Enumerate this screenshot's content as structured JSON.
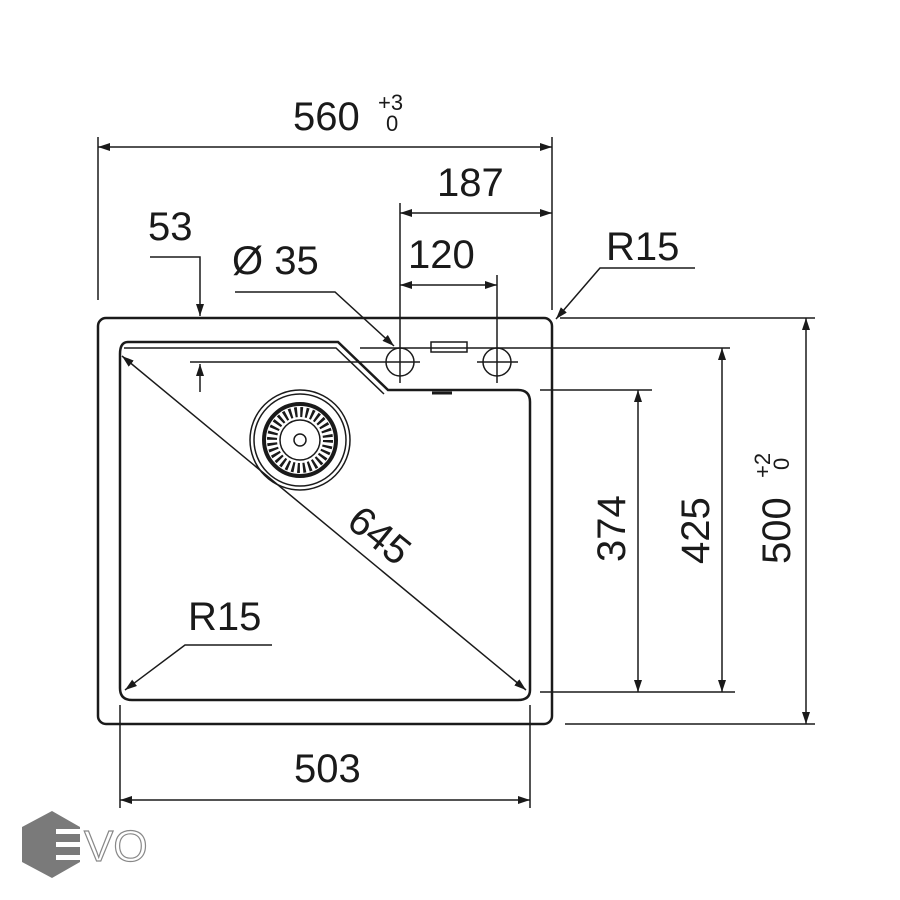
{
  "drawing": {
    "overall_width": {
      "value": "560",
      "tol_upper": "+3",
      "tol_lower": "0"
    },
    "tap_offset": "187",
    "tap_hole_spacing": "120",
    "hole_diameter": "Ø 35",
    "edge_offset": "53",
    "corner_radius_top": "R15",
    "diagonal": "645",
    "corner_radius_bowl": "R15",
    "bowl_width": "503",
    "bowl_depth": "374",
    "inner_depth": "425",
    "overall_depth": {
      "value": "500",
      "tol_upper": "+2",
      "tol_lower": "0"
    }
  },
  "logo": {
    "text": "EVO"
  }
}
